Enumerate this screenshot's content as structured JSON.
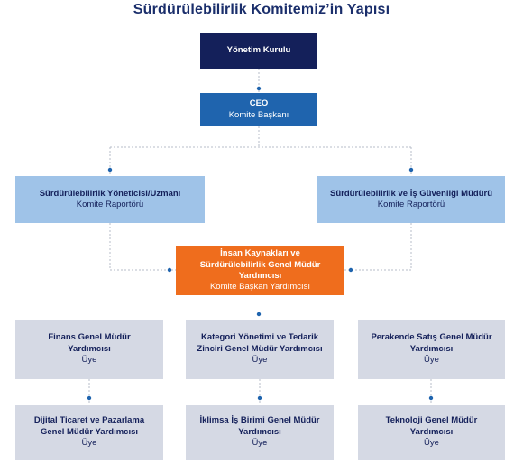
{
  "title": "Sürdürülebilirlik Komitemiz’in Yapısı",
  "nodes": {
    "board": {
      "title": "Yönetim Kurulu",
      "role": ""
    },
    "ceo": {
      "title": "CEO",
      "role": "Komite Başkanı"
    },
    "sustainability_manager": {
      "title": "Sürdürülebilirlik Yöneticisi/Uzmanı",
      "role": "Komite Raportörü"
    },
    "sustainability_safety_manager": {
      "title": "Sürdürülebilirlik ve İş Güvenliği Müdürü",
      "role": "Komite Raportörü"
    },
    "hr_deputy": {
      "title": "İnsan Kaynakları ve Sürdürülebilirlik Genel Müdür Yardımcısı",
      "role": "Komite Başkan Yardımcısı"
    },
    "finance": {
      "title": "Finans Genel Müdür Yardımcısı",
      "role": "Üye"
    },
    "category": {
      "title": "Kategori Yönetimi ve Tedarik Zinciri Genel Müdür Yardımcısı",
      "role": "Üye"
    },
    "retail": {
      "title": "Perakende Satış Genel Müdür Yardımcısı",
      "role": "Üye"
    },
    "digital": {
      "title": "Dijital Ticaret ve Pazarlama Genel Müdür Yardımcısı",
      "role": "Üye"
    },
    "climate": {
      "title": "İklimsa İş Birimi Genel Müdür Yardımcısı",
      "role": "Üye"
    },
    "technology": {
      "title": "Teknoloji Genel Müdür Yardımcısı",
      "role": "Üye"
    }
  },
  "colors": {
    "board": "#14205a",
    "ceo": "#1f64ae",
    "raporteur": "#9fc3e8",
    "deputy": "#ef6d1d",
    "member": "#d5d9e4",
    "connector": "#b7bcc8",
    "dot": "#1f64ae"
  }
}
